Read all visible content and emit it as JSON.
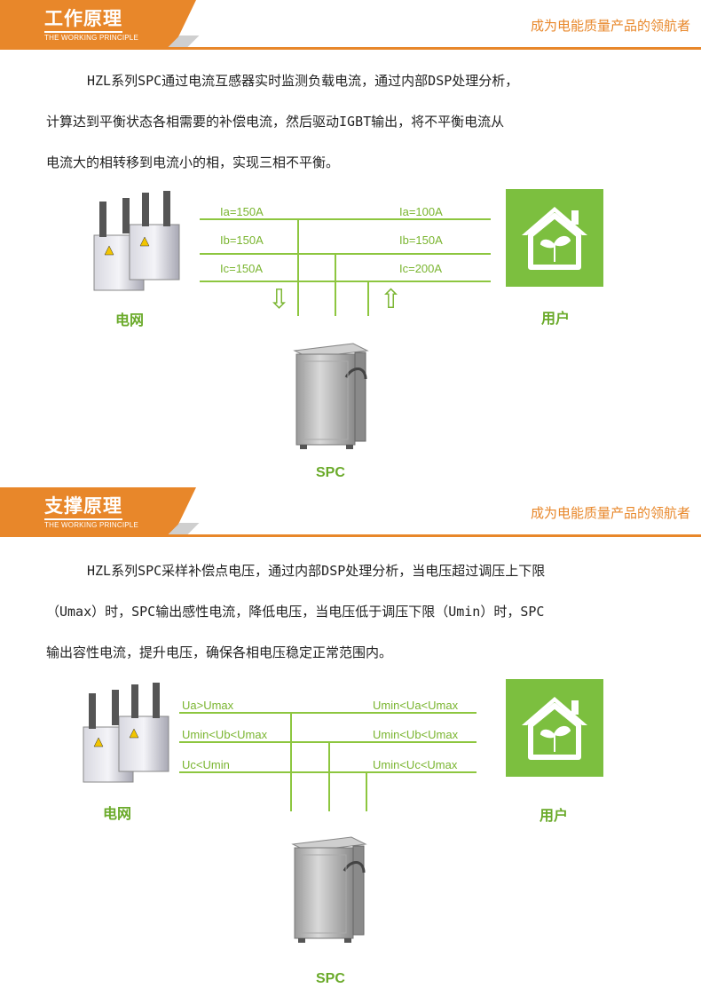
{
  "header_sub": "THE WORKING PRINCIPLE",
  "slogan": "成为电能质量产品的领航者",
  "section1": {
    "title": "工作原理",
    "para": [
      "HZL系列SPC通过电流互感器实时监测负载电流，通过内部DSP处理分析，",
      "计算达到平衡状态各相需要的补偿电流，然后驱动IGBT输出，将不平衡电流从",
      "电流大的相转移到电流小的相，实现三相不平衡。"
    ],
    "left_labels": [
      "Ia=150A",
      "Ib=150A",
      "Ic=150A"
    ],
    "right_labels": [
      "Ia=100A",
      "Ib=150A",
      "Ic=200A"
    ],
    "arrow_down": "⇩",
    "arrow_up": "⇧",
    "grid_label": "电网",
    "user_label": "用户",
    "spc_label": "SPC"
  },
  "section2": {
    "title": "支撑原理",
    "para": [
      "HZL系列SPC采样补偿点电压，通过内部DSP处理分析，当电压超过调压上下限",
      "（Umax）时，SPC输出感性电流，降低电压，当电压低于调压下限（Umin）时，SPC",
      "输出容性电流，提升电压，确保各相电压稳定正常范围内。"
    ],
    "left_labels": [
      "Ua>Umax",
      "Umin<Ub<Umax",
      "Uc<Umin"
    ],
    "right_labels": [
      "Umin<Ua<Umax",
      "Umin<Ub<Umax",
      "Umin<Uc<Umax"
    ],
    "grid_label": "电网",
    "user_label": "用户",
    "spc_label": "SPC"
  },
  "colors": {
    "accent": "#e8872a",
    "green": "#8dc63f",
    "house": "#7cbf3f"
  }
}
